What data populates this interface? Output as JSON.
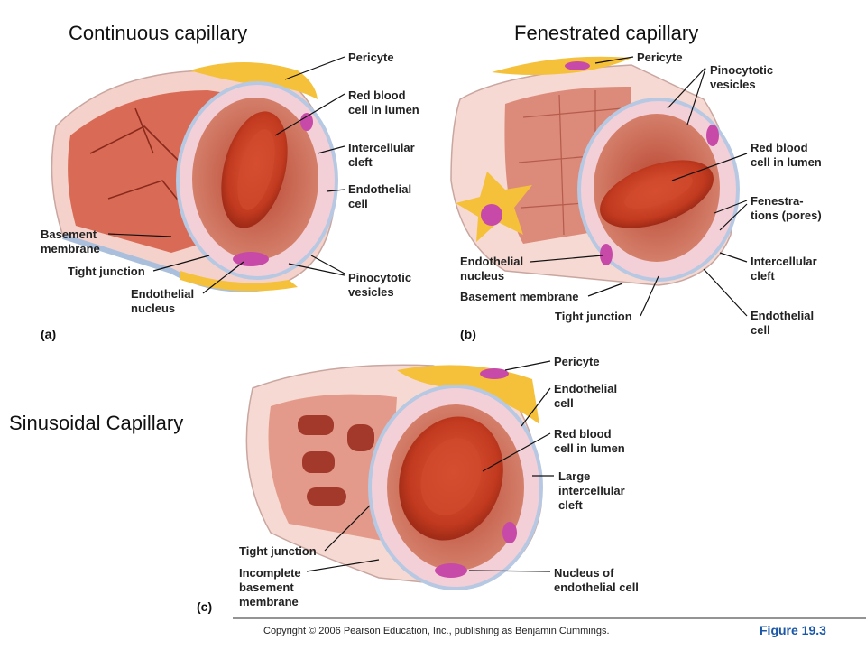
{
  "titles": {
    "continuous": "Continuous capillary",
    "fenestrated": "Fenestrated capillary",
    "sinusoidal": "Sinusoidal Capillary"
  },
  "panel_a": {
    "letter": "(a)",
    "labels": {
      "pericyte": "Pericyte",
      "rbc": "Red blood\ncell in lumen",
      "cleft": "Intercellular\ncleft",
      "endo_cell": "Endothelial\ncell",
      "basement": "Basement\nmembrane",
      "tight": "Tight junction",
      "endo_nucleus": "Endothelial\nnucleus",
      "pino": "Pinocytotic\nvesicles"
    }
  },
  "panel_b": {
    "letter": "(b)",
    "labels": {
      "pericyte": "Pericyte",
      "pino": "Pinocytotic\nvesicles",
      "rbc": "Red blood\ncell in lumen",
      "fenestrations": "Fenestra-\ntions (pores)",
      "cleft": "Intercellular\ncleft",
      "endo_nucleus": "Endothelial\nnucleus",
      "basement": "Basement membrane",
      "tight": "Tight junction",
      "endo_cell": "Endothelial\ncell"
    }
  },
  "panel_c": {
    "letter": "(c)",
    "labels": {
      "pericyte": "Pericyte",
      "endo_cell": "Endothelial\ncell",
      "rbc": "Red blood\ncell in lumen",
      "cleft": "Large\nintercellular\ncleft",
      "tight": "Tight junction",
      "incomplete": "Incomplete\nbasement\nmembrane",
      "nucleus": "Nucleus of\nendothelial cell"
    }
  },
  "footer": {
    "copyright": "Copyright © 2006 Pearson Education, Inc., publishing as Benjamin Cummings.",
    "figure": "Figure 19.3"
  },
  "colors": {
    "vessel_wall": "#f2c7bf",
    "lumen": "#c8513a",
    "rbc": "#c23a1f",
    "pericyte": "#f5c13a",
    "nucleus": "#c84aa8",
    "basement": "#9fb6d6"
  }
}
